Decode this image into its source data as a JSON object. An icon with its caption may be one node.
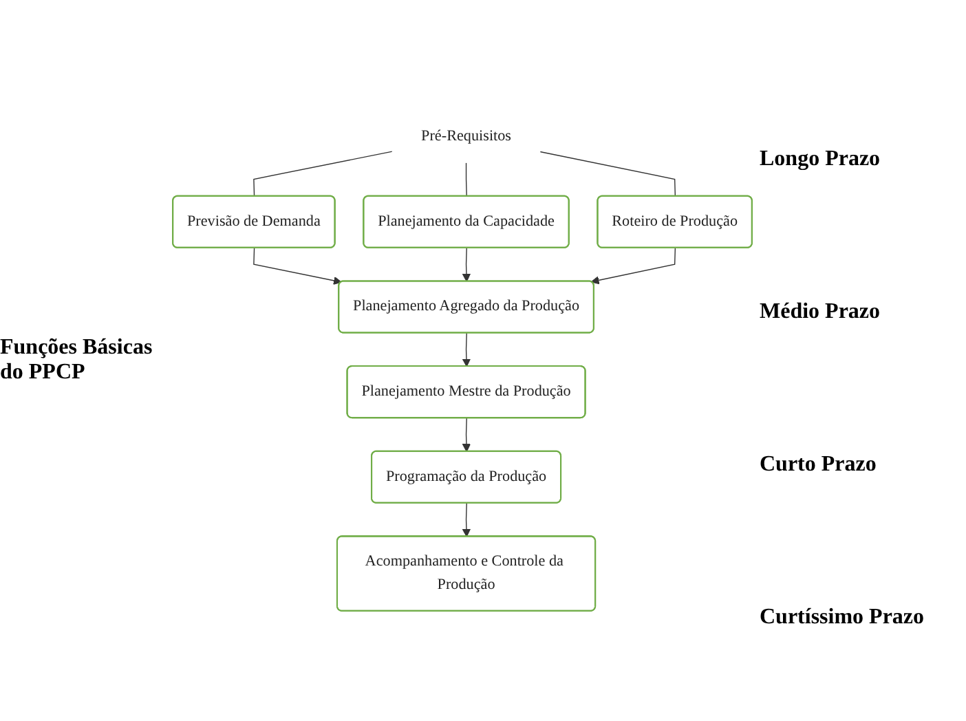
{
  "diagram": {
    "nodes": [
      {
        "text": [
          "Pré-Requisitos"
        ]
      },
      {
        "text": [
          "Previsão de Demanda"
        ]
      },
      {
        "text": [
          "Planejamento da Capacidade"
        ]
      },
      {
        "text": [
          "Roteiro de Produção"
        ]
      },
      {
        "text": [
          "Planejamento Agregado da Produção"
        ]
      },
      {
        "text": [
          "Planejamento Mestre da Produção"
        ]
      },
      {
        "text": [
          "Programação da Produção"
        ]
      },
      {
        "text": [
          "Acompanhamento e Controle da Produção"
        ]
      }
    ],
    "edges": [
      {
        "from": 0,
        "to": 1,
        "arrow": "none"
      },
      {
        "from": 0,
        "to": 2,
        "arrow": "none"
      },
      {
        "from": 0,
        "to": 3,
        "arrow": "none"
      },
      {
        "from": 1,
        "to": 4,
        "arrow": "to"
      },
      {
        "from": 2,
        "to": 4,
        "arrow": "to"
      },
      {
        "from": 3,
        "to": 4,
        "arrow": "to"
      },
      {
        "from": 4,
        "to": 5,
        "arrow": "to"
      },
      {
        "from": 5,
        "to": 6,
        "arrow": "to"
      },
      {
        "from": 6,
        "to": 7,
        "arrow": "to"
      }
    ],
    "labels": [
      "Longo Prazo",
      "Médio Prazo",
      "Curto Prazo",
      "Curtíssimo Prazo",
      "Funções Básicas do PPCP"
    ]
  }
}
